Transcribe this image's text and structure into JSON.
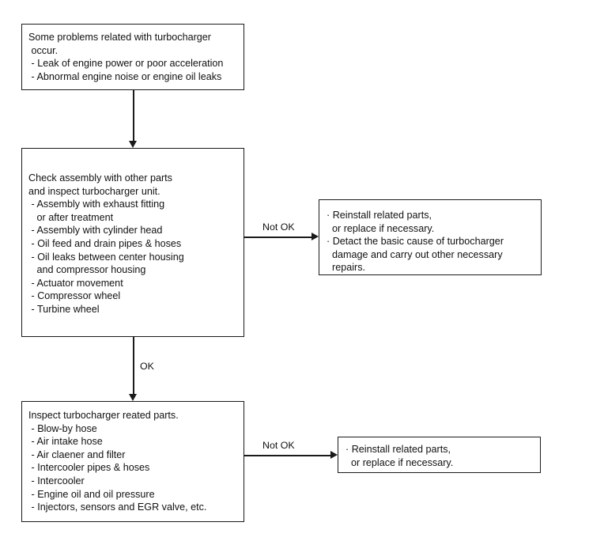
{
  "diagram": {
    "title": "Turbocharger troubleshooting flowchart",
    "colors": {
      "stroke": "#1a1a1a",
      "background": "#ffffff",
      "text": "#111111"
    },
    "nodes": {
      "problem": {
        "text": "Some problems related with turbocharger\n occur.\n - Leak of engine power or poor acceleration\n - Abnormal engine noise or engine oil leaks"
      },
      "check": {
        "text": "Check assembly with other parts\nand inspect turbocharger unit.\n - Assembly with exhaust fitting\n   or after treatment\n - Assembly with cylinder head\n - Oil feed and drain pipes & hoses\n - Oil leaks between center housing\n   and compressor housing\n - Actuator movement\n - Compressor wheel\n - Turbine wheel"
      },
      "reinstall_1": {
        "text": "· Reinstall related parts,\n  or replace if necessary.\n· Detact the basic cause of turbocharger\n  damage and carry out other necessary\n  repairs."
      },
      "inspect": {
        "text": "Inspect turbocharger reated parts.\n - Blow-by hose\n - Air intake hose\n - Air claener and filter\n - Intercooler pipes & hoses\n - Intercooler\n - Engine oil and oil pressure\n - Injectors, sensors and EGR valve, etc."
      },
      "reinstall_2": {
        "text": "· Reinstall related parts,\n  or replace if necessary."
      }
    },
    "edges": {
      "problem_to_check": {
        "label": ""
      },
      "check_to_reinstall_1": {
        "label": "Not OK"
      },
      "check_to_inspect": {
        "label": "OK"
      },
      "inspect_to_reinstall_2": {
        "label": "Not OK"
      }
    }
  }
}
